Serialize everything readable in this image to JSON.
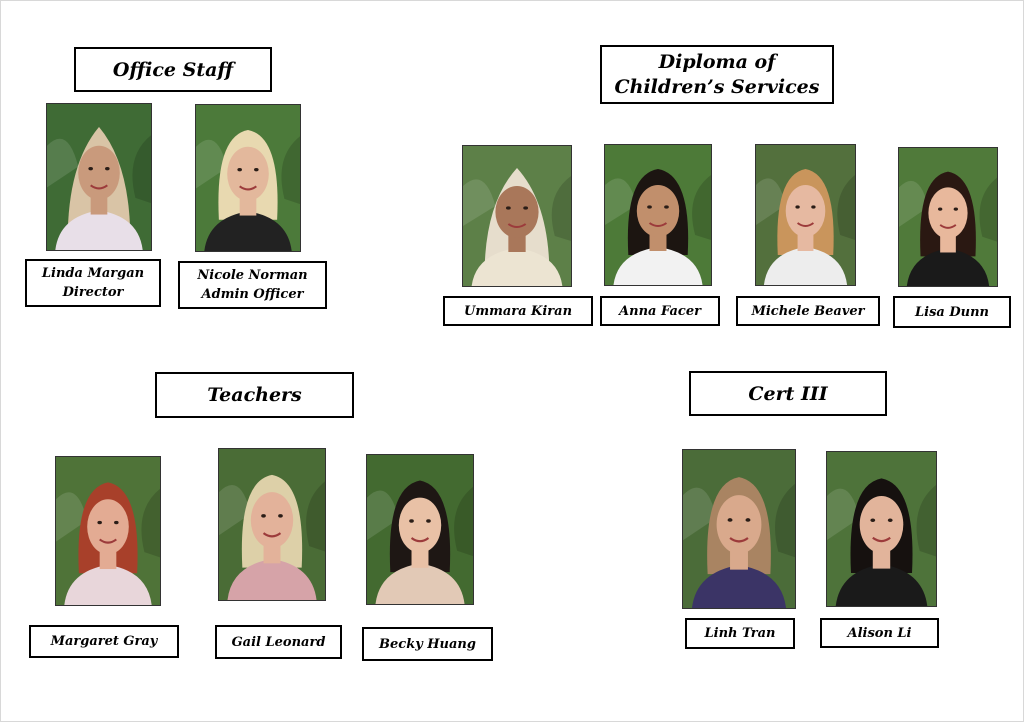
{
  "groups": {
    "office": {
      "title": "Office Staff",
      "people": [
        {
          "name": "Linda Margan",
          "role": "Director"
        },
        {
          "name": "Nicole Norman",
          "role": "Admin Officer"
        }
      ]
    },
    "diploma": {
      "title_line1": "Diploma of",
      "title_line2": "Children’s Services",
      "people": [
        {
          "name": "Ummara Kiran"
        },
        {
          "name": "Anna Facer"
        },
        {
          "name": "Michele Beaver"
        },
        {
          "name": "Lisa Dunn"
        }
      ]
    },
    "teachers": {
      "title": "Teachers",
      "people": [
        {
          "name": "Margaret Gray"
        },
        {
          "name": "Gail Leonard"
        },
        {
          "name": "Becky Huang"
        }
      ]
    },
    "cert3": {
      "title": "Cert III",
      "people": [
        {
          "name": "Linh Tran"
        },
        {
          "name": "Alison Li"
        }
      ]
    }
  },
  "photos": [
    {
      "id": "p-linda",
      "hair": "#d9c4a6",
      "skin": "#c99a7c",
      "shirt": "#e8dfe8",
      "bg": "#3f6b35",
      "hijab": true
    },
    {
      "id": "p-nicole",
      "hair": "#e8d9b0",
      "skin": "#e3b89c",
      "shirt": "#222222",
      "bg": "#4c7a3a",
      "hijab": false
    },
    {
      "id": "p-ummara",
      "hair": "#e6ddcc",
      "skin": "#a9775a",
      "shirt": "#ece4d2",
      "bg": "#5d8048",
      "hijab": true
    },
    {
      "id": "p-anna",
      "hair": "#1c1511",
      "skin": "#c18f6c",
      "shirt": "#f2f2f2",
      "bg": "#4d7a38",
      "hijab": false
    },
    {
      "id": "p-michele",
      "hair": "#c9955c",
      "skin": "#e6b9a1",
      "shirt": "#ededed",
      "bg": "#53703d",
      "hijab": false
    },
    {
      "id": "p-lisa",
      "hair": "#2a1812",
      "skin": "#e8b89c",
      "shirt": "#1a1a1a",
      "bg": "#507a3a",
      "hijab": false
    },
    {
      "id": "p-margaret",
      "hair": "#a8402a",
      "skin": "#e3ab93",
      "shirt": "#e8d6da",
      "bg": "#4f7338",
      "hijab": false
    },
    {
      "id": "p-gail",
      "hair": "#ddd0a8",
      "skin": "#e3b29a",
      "shirt": "#d6a3a8",
      "bg": "#4a6c36",
      "hijab": false
    },
    {
      "id": "p-becky",
      "hair": "#1e1714",
      "skin": "#e9c1a6",
      "shirt": "#e2c9b6",
      "bg": "#436a30",
      "hijab": false
    },
    {
      "id": "p-linh",
      "hair": "#a98462",
      "skin": "#d9a98c",
      "shirt": "#3b3466",
      "bg": "#4b6c39",
      "hijab": false
    },
    {
      "id": "p-alison",
      "hair": "#16110f",
      "skin": "#e2b49b",
      "shirt": "#1a1a1a",
      "bg": "#4e733a",
      "hijab": false
    }
  ]
}
